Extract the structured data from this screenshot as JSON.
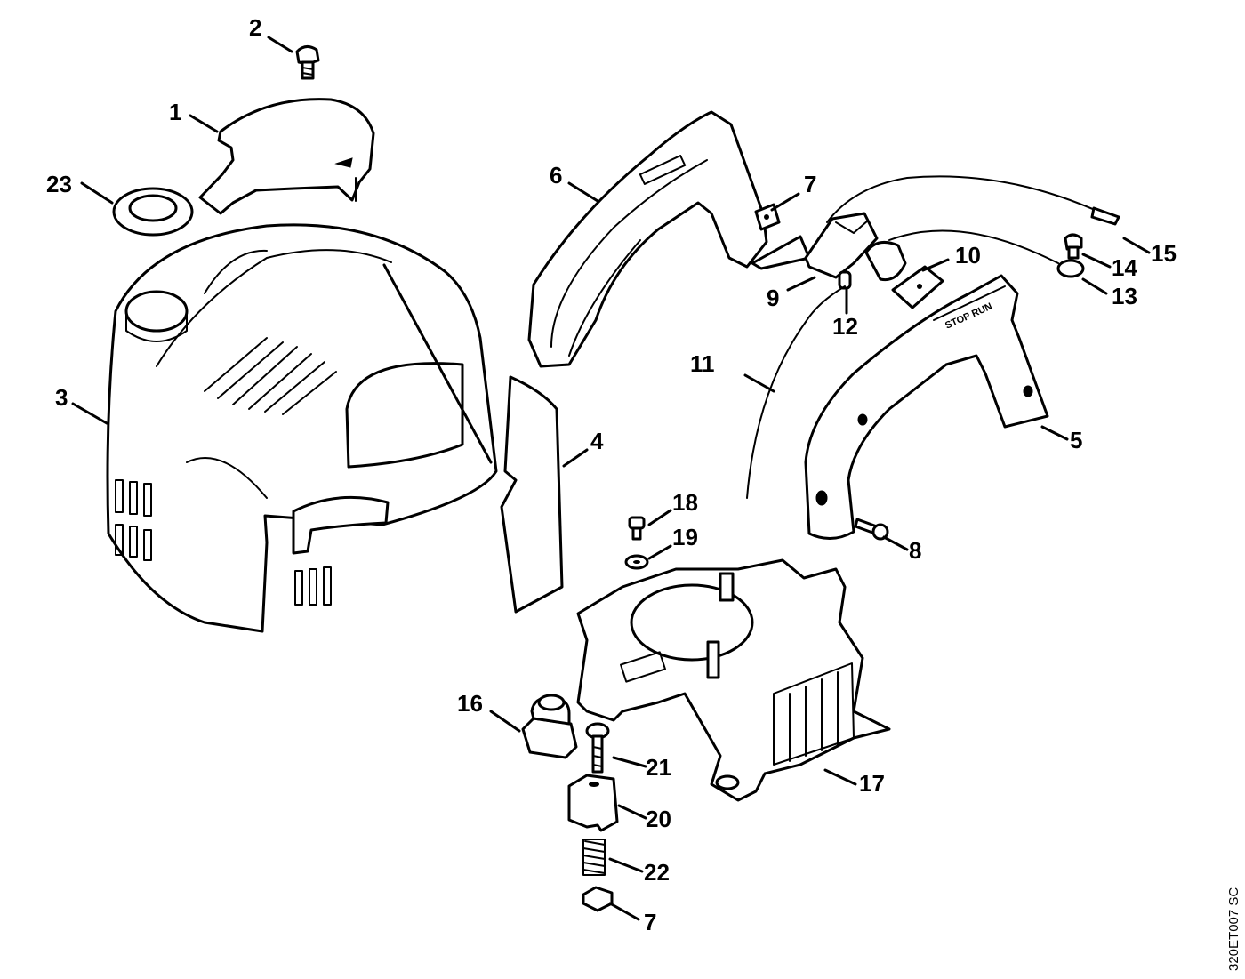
{
  "diagram": {
    "reference_code": "320ET007 SC",
    "embossed_text": "STOP RUN",
    "callouts": [
      "1",
      "2",
      "3",
      "4",
      "5",
      "6",
      "7",
      "8",
      "9",
      "10",
      "11",
      "12",
      "13",
      "14",
      "15",
      "16",
      "17",
      "18",
      "19",
      "20",
      "21",
      "22",
      "23",
      "7"
    ]
  },
  "colors": {
    "ink": "#000000",
    "paper": "#ffffff"
  }
}
